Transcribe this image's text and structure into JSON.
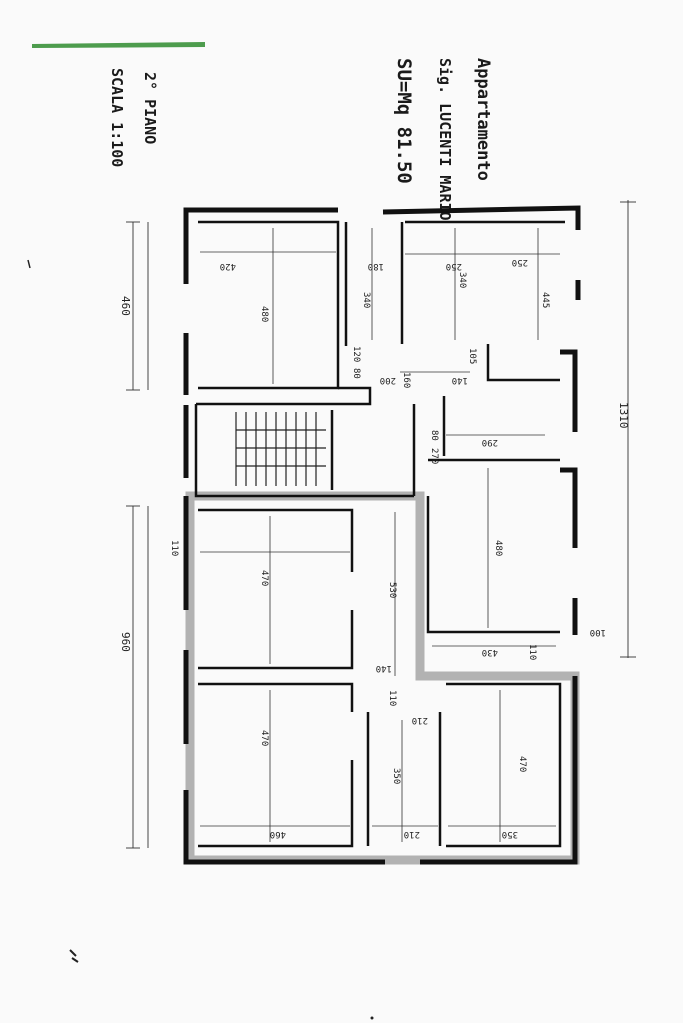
{
  "title_block": {
    "line1": "Appartamento",
    "line2": "Sig. LUCENTI MARIO",
    "line3": "SU=Mq 81.50",
    "floor": "2° PIANO",
    "scale": "SCALA 1:100"
  },
  "dimensions": {
    "total_height": "1310",
    "upper_left": "460",
    "lower_left": "960",
    "tick_110": "110",
    "room1_w": "420",
    "room1_h": "480",
    "r2_180": "180",
    "r2_340": "340",
    "r2_120": "120",
    "r2_80": "80",
    "r3_250a": "250",
    "r3_250b": "250",
    "r3_340": "340",
    "r3_445": "445",
    "hall_200": "200",
    "hall_160": "160",
    "hall_140": "140",
    "hall_105": "105",
    "mid_80": "80",
    "mid_290": "290",
    "mid_270": "270",
    "right_480": "480",
    "right_430": "430",
    "right_100": "100",
    "right_110": "110",
    "big_470a": "470",
    "corr_530": "530",
    "corr_140": "140",
    "corr_110": "110",
    "corr_210": "210",
    "big_470b": "470",
    "big_460": "460",
    "bath_350": "350",
    "bath_210": "210",
    "br_470": "470",
    "br_350": "350"
  },
  "colors": {
    "wall": "#111111",
    "shade": "#9a9a9a",
    "green_mark": "#2e8b2e"
  }
}
